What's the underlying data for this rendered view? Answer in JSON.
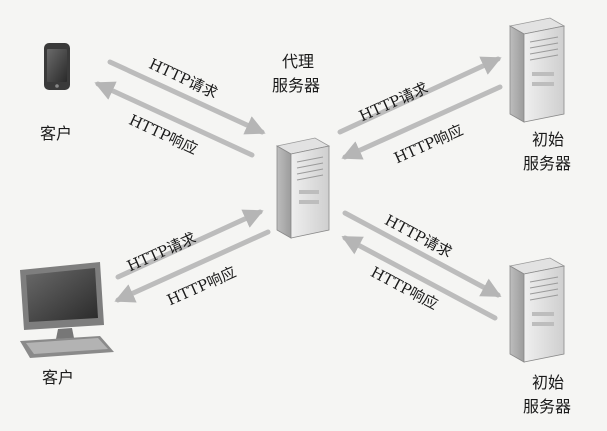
{
  "nodes": {
    "client_phone": "客户",
    "client_pc": "客户",
    "proxy_line1": "代理",
    "proxy_line2": "服务器",
    "origin_top_line1": "初始",
    "origin_top_line2": "服务器",
    "origin_bottom_line1": "初始",
    "origin_bottom_line2": "服务器"
  },
  "arrows": {
    "phone_request": "HTTP请求",
    "phone_response": "HTTP响应",
    "pc_request": "HTTP请求",
    "pc_response": "HTTP响应",
    "origin_top_request": "HTTP请求",
    "origin_top_response": "HTTP响应",
    "origin_bottom_request": "HTTP请求",
    "origin_bottom_response": "HTTP响应"
  },
  "icons": {
    "client_phone": "smartphone-icon",
    "client_pc": "desktop-computer-icon",
    "proxy": "server-tower-icon",
    "origin_top": "server-tower-icon",
    "origin_bottom": "server-tower-icon"
  },
  "colors": {
    "arrow": "#b9b9b9",
    "server_body": "#d9d9d9",
    "text": "#1a1a1a"
  }
}
